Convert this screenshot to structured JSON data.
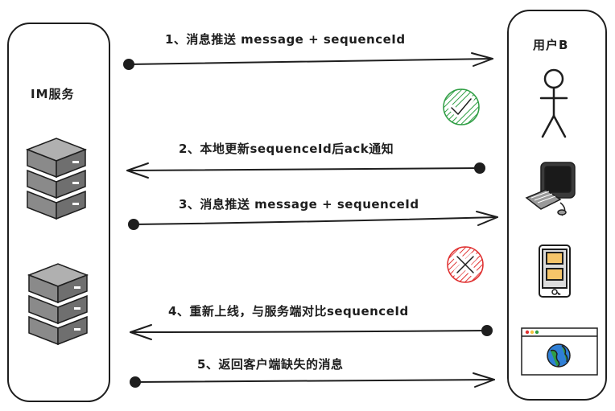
{
  "left_lane": {
    "title": "IM服务"
  },
  "right_lane": {
    "title": "用户B"
  },
  "steps": [
    {
      "label": "1、消息推送 message + sequenceId",
      "direction": "right"
    },
    {
      "label": "2、本地更新sequenceId后ack通知",
      "direction": "left"
    },
    {
      "label": "3、消息推送 message + sequenceId",
      "direction": "right"
    },
    {
      "label": "4、重新上线，与服务端对比sequenceId",
      "direction": "left"
    },
    {
      "label": "5、返回客户端缺失的消息",
      "direction": "right"
    }
  ],
  "status_badges": [
    {
      "name": "success-check-icon",
      "color": "#2f9e44"
    },
    {
      "name": "failure-cross-icon",
      "color": "#e03131"
    }
  ],
  "icons": [
    "server-stack-icon",
    "server-stack-icon",
    "stick-figure-user-icon",
    "desktop-computer-icon",
    "tablet-device-icon",
    "browser-globe-icon"
  ]
}
